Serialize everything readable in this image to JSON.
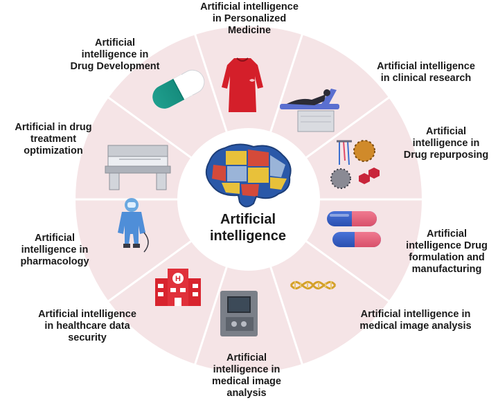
{
  "diagram": {
    "center_label_lines": [
      "Artificial",
      "intelligence"
    ],
    "colors": {
      "ring": "#f5e4e6",
      "divider": "#ffffff",
      "center": "#ffffff",
      "text": "#1a1a1a"
    },
    "segments": [
      {
        "id": "personalized-medicine",
        "icon": "surgical-gown-icon",
        "label_lines": [
          "Artificial intelligence",
          "in Personalized",
          "Medicine"
        ]
      },
      {
        "id": "clinical-research",
        "icon": "patient-bed-icon",
        "label_lines": [
          "Artificial intelligence",
          "in clinical research"
        ]
      },
      {
        "id": "drug-repurposing",
        "icon": "molecules-icon",
        "label_lines": [
          "Artificial",
          "intelligence in",
          "Drug repurposing"
        ]
      },
      {
        "id": "drug-formulation",
        "icon": "capsules-icon",
        "label_lines": [
          "Artificial",
          "intelligence Drug",
          "formulation and",
          "manufacturing"
        ]
      },
      {
        "id": "medical-image-analysis-dna",
        "icon": "dna-icon",
        "label_lines": [
          "Artificial intelligence in",
          "medical image analysis"
        ]
      },
      {
        "id": "medical-image-analysis-device",
        "icon": "medical-device-icon",
        "label_lines": [
          "Artificial",
          "intelligence in",
          "medical image",
          "analysis"
        ]
      },
      {
        "id": "healthcare-data-security",
        "icon": "hospital-icon",
        "label_lines": [
          "Artificial intelligence",
          "in healthcare data",
          "security"
        ]
      },
      {
        "id": "pharmacology",
        "icon": "hazmat-suit-icon",
        "label_lines": [
          "Artificial",
          "intelligence in",
          "pharmacology"
        ]
      },
      {
        "id": "drug-treatment-optimization",
        "icon": "lab-bench-icon",
        "label_lines": [
          "Artificial in drug",
          "treatment",
          "optimization"
        ]
      },
      {
        "id": "drug-development",
        "icon": "pill-capsule-icon",
        "label_lines": [
          "Artificial",
          "intelligence in",
          "Drug Development"
        ]
      }
    ]
  }
}
